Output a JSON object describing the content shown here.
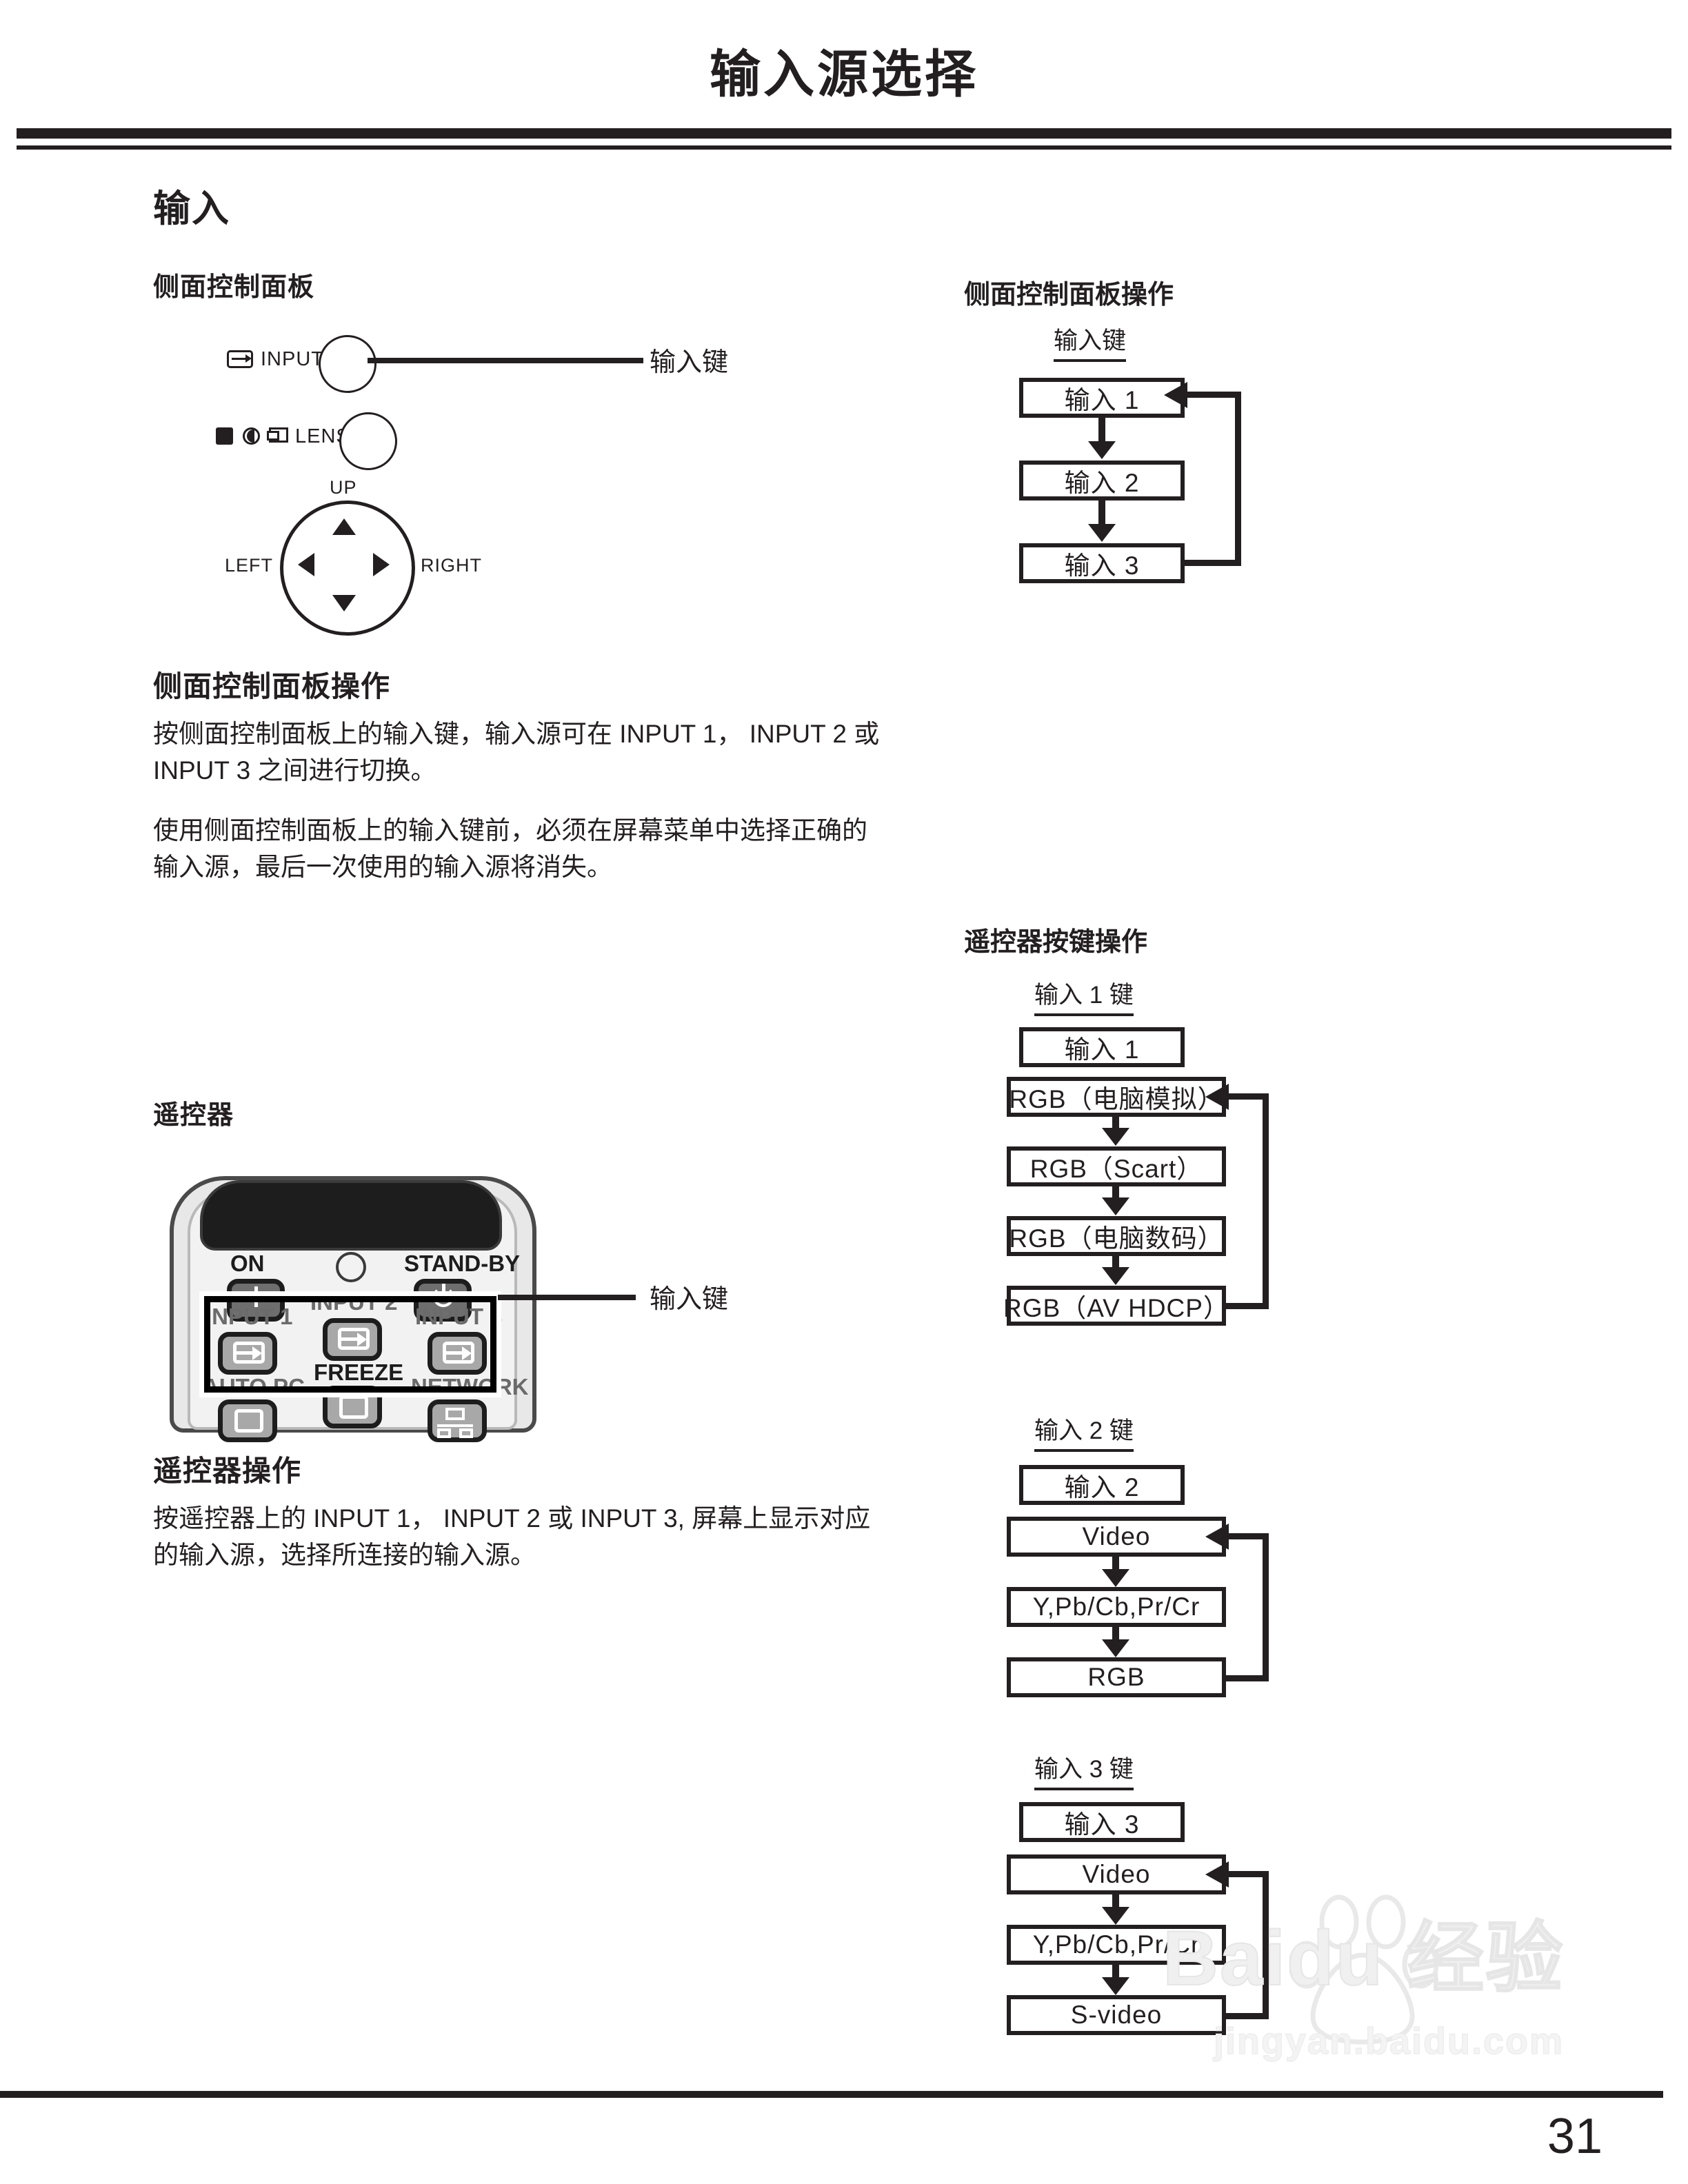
{
  "page": {
    "title": "输入源选择",
    "number": "31"
  },
  "watermark": {
    "brand": "Baidu 经验",
    "url": "jingyan.baidu.com"
  },
  "left": {
    "section_heading": "输入",
    "side_panel_label": "侧面控制面板",
    "side_panel": {
      "input_label": "INPUT",
      "lens_label": "LENS",
      "dpad": {
        "up": "UP",
        "left": "LEFT",
        "right": "RIGHT"
      },
      "callout": "输入键"
    },
    "side_panel_operation": {
      "heading": "侧面控制面板操作",
      "paragraph1": "按侧面控制面板上的输入键，输入源可在 INPUT 1， INPUT 2 或 INPUT 3 之间进行切换。",
      "paragraph2": "使用侧面控制面板上的输入键前，必须在屏幕菜单中选择正确的输入源，最后一次使用的输入源将消失。"
    },
    "remote_label": "遥控器",
    "remote": {
      "on": "ON",
      "standby": "STAND-BY",
      "input1": "INPUT 1",
      "input2": "INPUT 2",
      "input3": "INPUT 3",
      "auto_pc": "AUTO PC",
      "freeze": "FREEZE",
      "network": "NETWORK",
      "callout": "输入键"
    },
    "remote_operation": {
      "heading": "遥控器操作",
      "paragraph1": "按遥控器上的 INPUT 1， INPUT 2 或 INPUT 3, 屏幕上显示对应的输入源，选择所连接的输入源。"
    }
  },
  "right": {
    "side_panel_flow": {
      "title": "侧面控制面板操作",
      "subtitle": "输入键",
      "steps": [
        "输入 1",
        "输入 2",
        "输入 3"
      ]
    },
    "remote_flow": {
      "title": "遥控器按键操作",
      "groups": [
        {
          "subtitle": "输入 1 键",
          "head": "输入 1",
          "steps": [
            "RGB（电脑模拟）",
            "RGB（Scart）",
            "RGB（电脑数码）",
            "RGB（AV HDCP）"
          ]
        },
        {
          "subtitle": "输入 2 键",
          "head": "输入 2",
          "steps": [
            "Video",
            "Y,Pb/Cb,Pr/Cr",
            "RGB"
          ]
        },
        {
          "subtitle": "输入 3 键",
          "head": "输入 3",
          "steps": [
            "Video",
            "Y,Pb/Cb,Pr/Cr",
            "S-video"
          ]
        }
      ]
    }
  },
  "colors": {
    "ink": "#231f20",
    "paper": "#ffffff",
    "remote_key": "#a8a8a8",
    "remote_key_dark": "#6e6e6e",
    "remote_body": "#e8e8e8"
  }
}
